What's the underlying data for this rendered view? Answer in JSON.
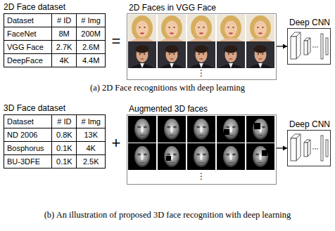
{
  "diagram": {
    "nodes": [
      {
        "text": [
          "2D Face dataset",
          "Dataset",
          "# ID",
          "# Img",
          "FaceNet",
          "8M",
          "200M",
          "VGG Face",
          "2.7K",
          "2.6M",
          "DeepFace",
          "4K",
          "4.4M"
        ]
      },
      {
        "text": [
          "2D Faces in VGG Face"
        ]
      },
      {
        "text": [
          "Deep CNN"
        ]
      },
      {
        "text": [
          "3D Face dataset",
          "Dataset",
          "# ID",
          "# Img",
          "ND 2006",
          "0.8K",
          "13K",
          "Bosphorus",
          "0.1K",
          "4K",
          "BU-3DFE",
          "0.1K",
          "2.5K"
        ]
      },
      {
        "text": [
          "Augmented 3D faces"
        ]
      },
      {
        "text": [
          "Deep CNN"
        ]
      }
    ],
    "edges": [
      {
        "from": 1,
        "to": 2,
        "arrow": "to"
      },
      {
        "from": 4,
        "to": 5,
        "arrow": "to"
      }
    ],
    "labels": [
      "=",
      "⋮",
      "(a) 2D Face recognitions with deep learning",
      "+",
      "⋮",
      "(b) An illustration of proposed 3D face recognition with deep learning"
    ]
  }
}
